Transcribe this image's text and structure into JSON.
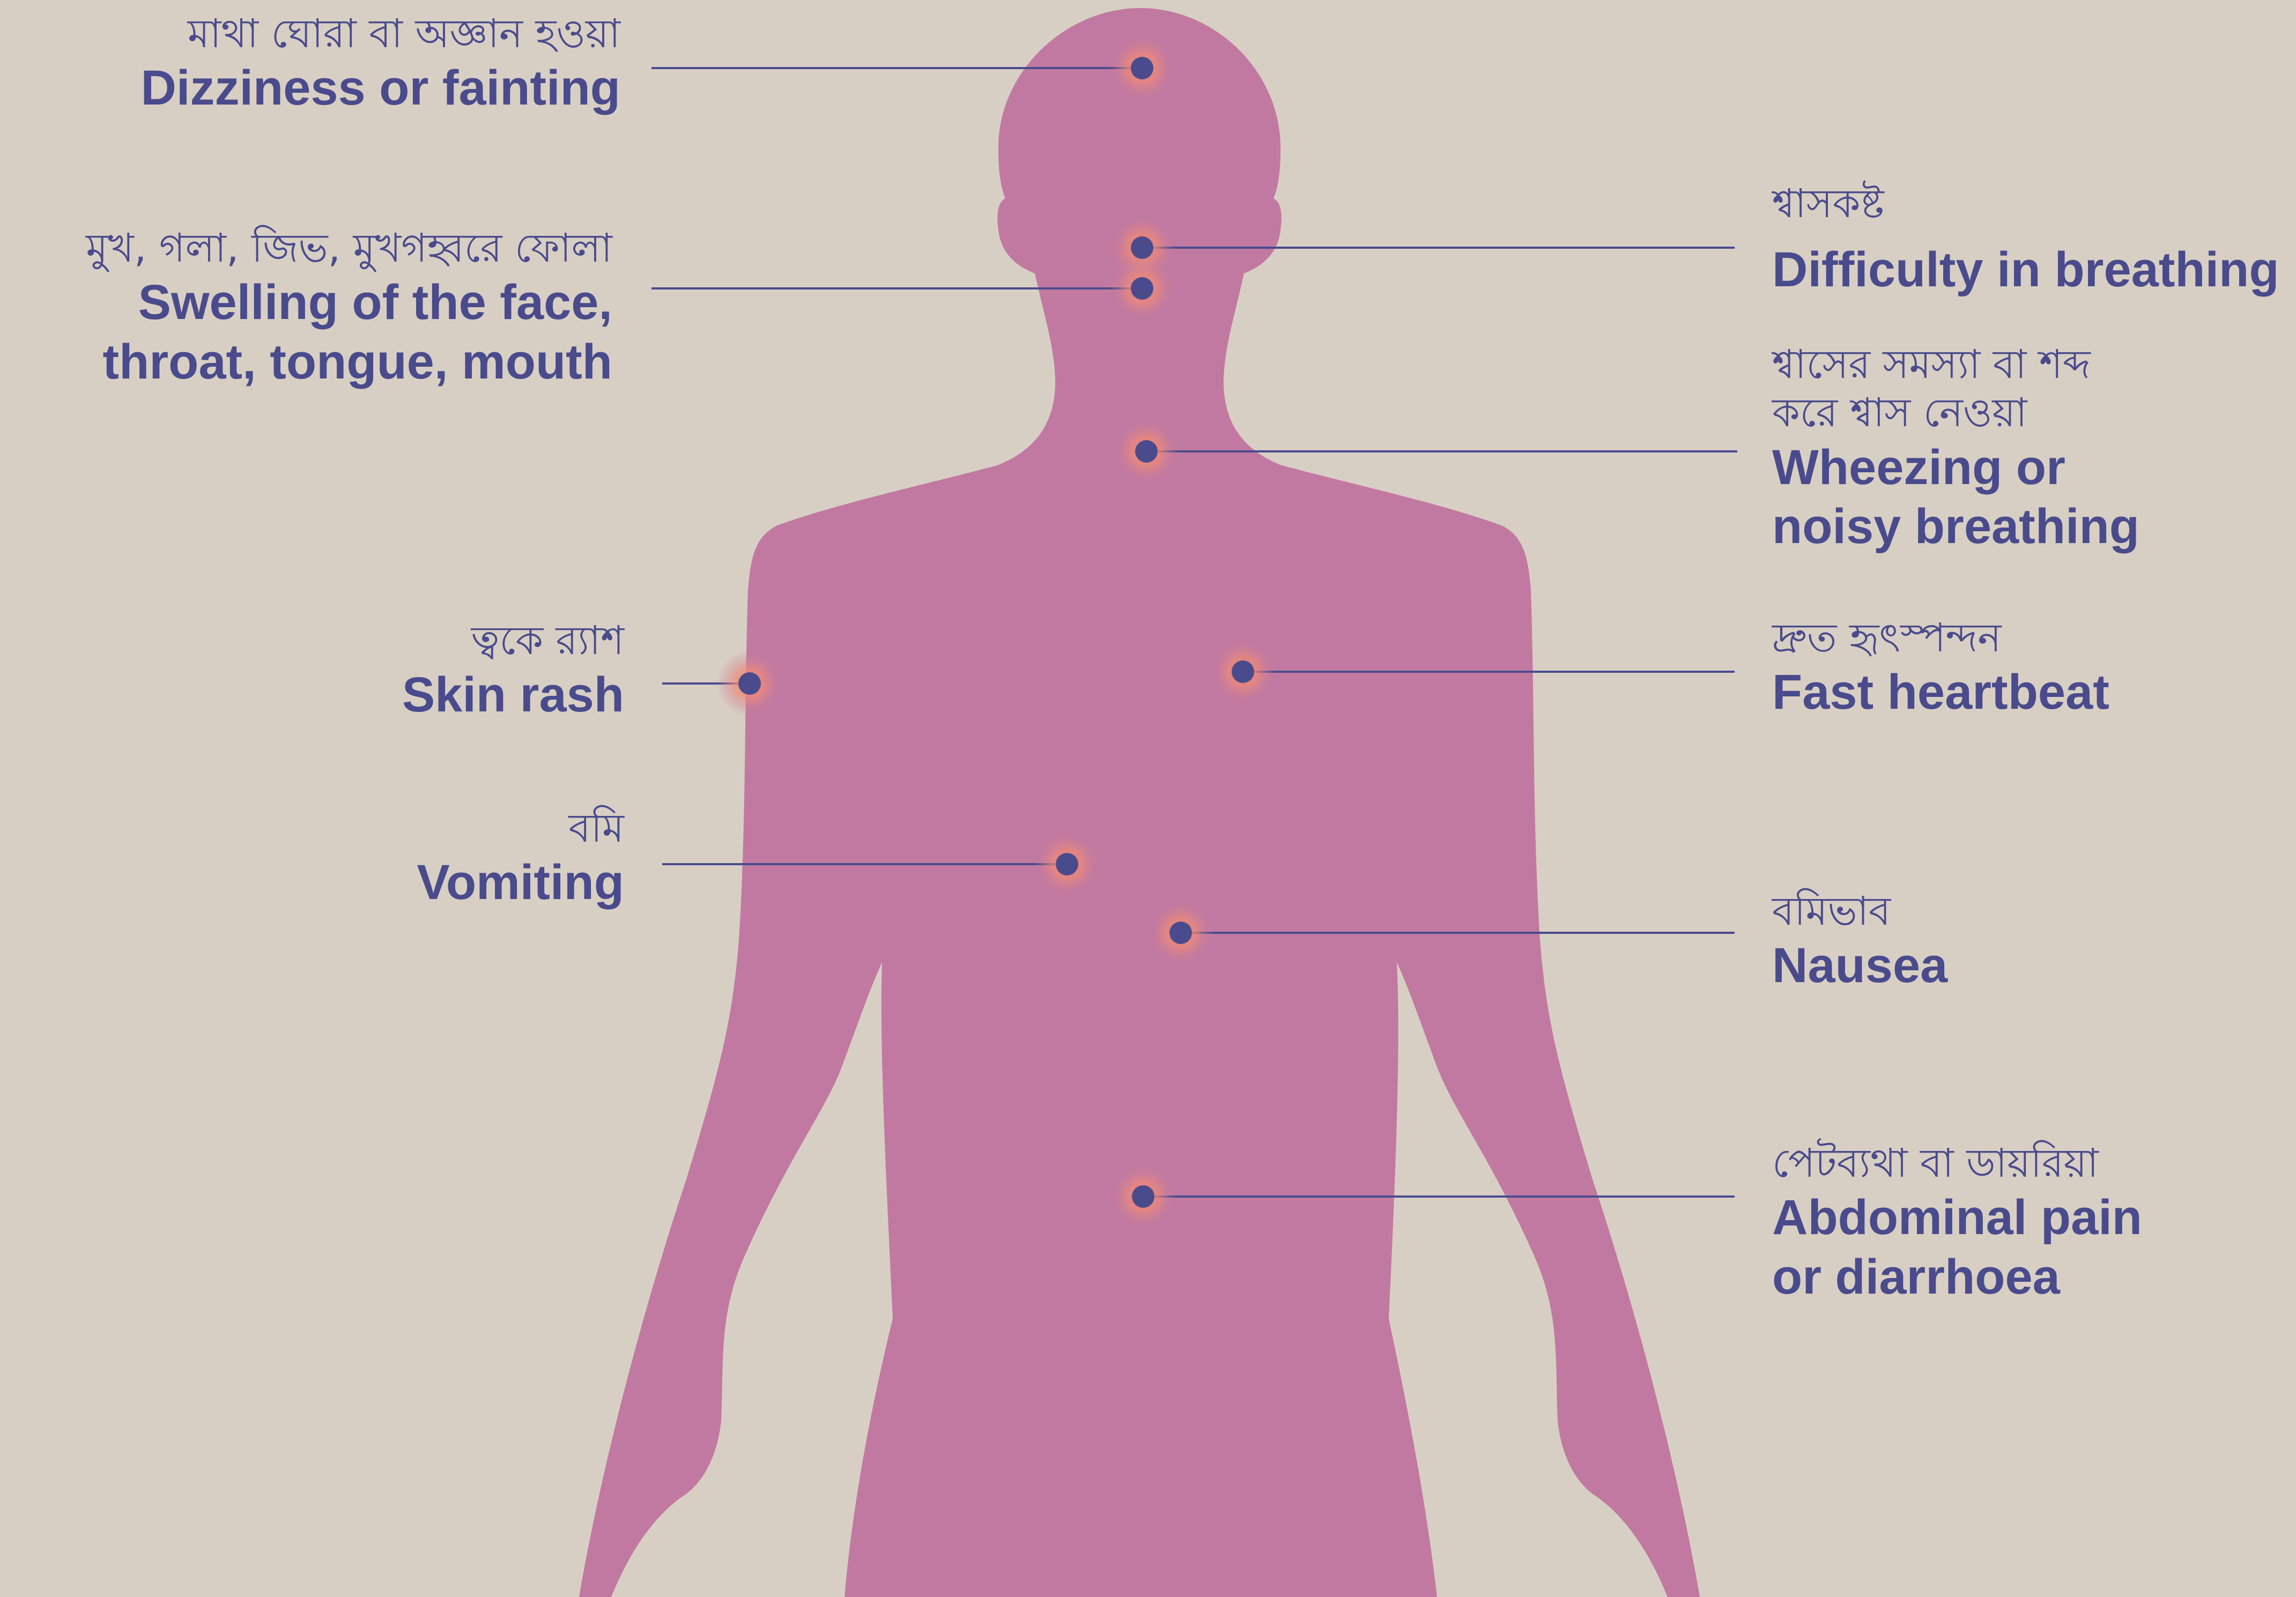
{
  "colors": {
    "background": "#d8cfc4",
    "body": "#c179a1",
    "marker": "#4a4b8c",
    "marker_glow": "#f08a6c",
    "text": "#4a4b8c"
  },
  "symptoms": [
    {
      "id": "dizziness",
      "side": "left",
      "bn": "মাথা ঘোরা বা অজ্ঞান হওয়া",
      "en": [
        "Dizziness or fainting"
      ]
    },
    {
      "id": "swelling",
      "side": "left",
      "bn": "মুখ, গলা, জিভ, মুখগহ্বরে ফোলা",
      "en": [
        "Swelling of the face,",
        "throat, tongue, mouth"
      ]
    },
    {
      "id": "skin-rash",
      "side": "left",
      "bn": "ত্বকে র‍্যাশ",
      "en": [
        "Skin rash"
      ]
    },
    {
      "id": "vomiting",
      "side": "left",
      "bn": "বমি",
      "en": [
        "Vomiting"
      ]
    },
    {
      "id": "breathing-difficulty",
      "side": "right",
      "bn": "শ্বাসকষ্ট",
      "en": [
        "Difficulty in breathing"
      ]
    },
    {
      "id": "wheezing",
      "side": "right",
      "bn": [
        "শ্বাসের সমস্যা বা শব্দ",
        "করে শ্বাস নেওয়া"
      ],
      "en": [
        "Wheezing or",
        "noisy breathing"
      ]
    },
    {
      "id": "heartbeat",
      "side": "right",
      "bn": "দ্রুত হৃৎস্পন্দন",
      "en": [
        "Fast heartbeat"
      ]
    },
    {
      "id": "nausea",
      "side": "right",
      "bn": "বমিভাব",
      "en": [
        "Nausea"
      ]
    },
    {
      "id": "abdominal",
      "side": "right",
      "bn": "পেটব্যথা বা ডায়রিয়া",
      "en": [
        "Abdominal pain",
        "or diarrhoea"
      ]
    }
  ]
}
